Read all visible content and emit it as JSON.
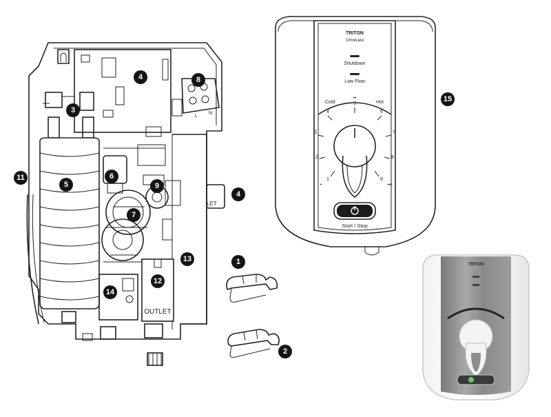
{
  "callouts": {
    "c1": "1",
    "c2": "2",
    "c3": "3",
    "c4a": "4",
    "c4b": "4",
    "c5": "5",
    "c6": "6",
    "c7": "7",
    "c8": "8",
    "c9": "9",
    "c11": "11",
    "c12": "12",
    "c13": "13",
    "c14": "14",
    "c15": "15"
  },
  "internal": {
    "outlet_label": "OUTLET",
    "let_label": "LET",
    "terminal_l": "L",
    "terminal_n": "N"
  },
  "front_panel": {
    "brand": "TRITON",
    "model": "Omnicare",
    "shutdown_label": "Shutdown",
    "low_flow_label": "Low Flow",
    "cold_label": "Cold",
    "hot_label": "Hot",
    "start_stop_label": "Start / Stop",
    "dial_numbers": [
      "1",
      "2",
      "3",
      "4",
      "5",
      "6",
      "7",
      "8",
      "9"
    ],
    "dial_left_marker": "•",
    "dial_top_marker": "••",
    "dial_right_marker": "•••"
  },
  "photo_panel": {
    "brand": "TRITON"
  },
  "colors": {
    "callout_fill": "#151515",
    "line": "#222222",
    "brushed_metal": "#8d8d8d",
    "power_led": "#66cc66"
  }
}
